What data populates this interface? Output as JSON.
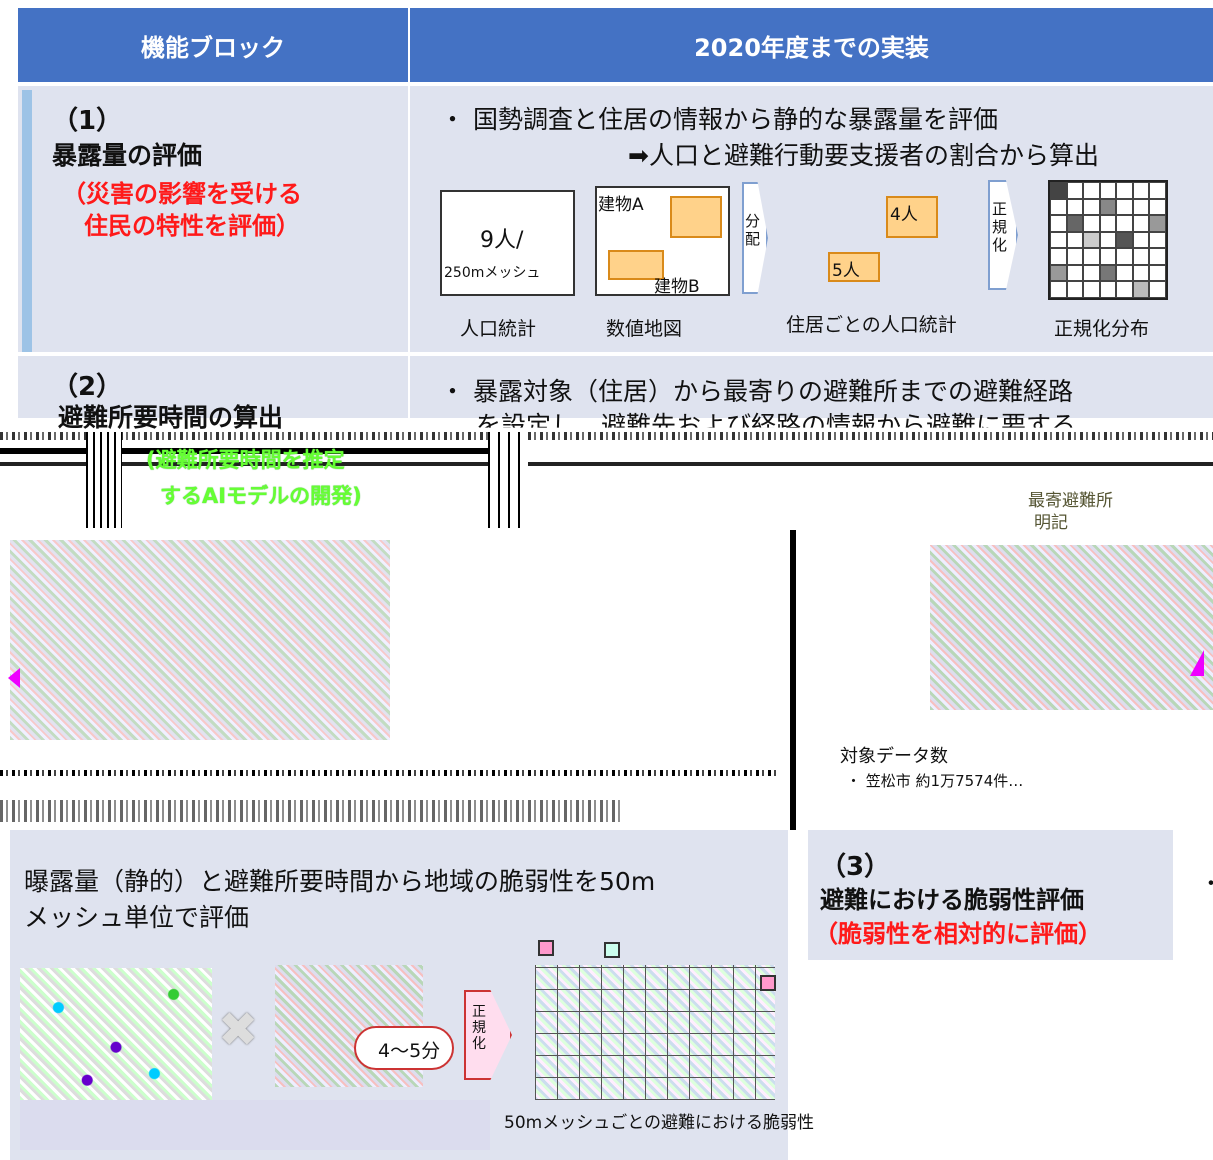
{
  "header": {
    "col1": "機能ブロック",
    "col2": "2020年度までの実装"
  },
  "row1": {
    "num": "（1）",
    "title": "暴露量の評価",
    "subtitle_line1": "（災害の影響を受ける",
    "subtitle_line2": "住民の特性を評価）",
    "bullet_line1": "・ 国勢調査と住居の情報から静的な暴露量を評価",
    "bullet_line2": "➡人口と避難行動要支援者の割合から算出",
    "flow": {
      "box1_main": "9人/",
      "box1_sub": "250mメッシュ",
      "box1_label": "人口統計",
      "building_a": "建物A",
      "building_b": "建物B",
      "box2_label": "数値地図",
      "arrow1": "分配",
      "count_4": "4人",
      "count_5": "5人",
      "box3_label": "住居ごとの人口統計",
      "arrow2": "正規化",
      "box4_label": "正規化分布"
    }
  },
  "row2": {
    "num": "（2）",
    "title": "避難所要時間の算出",
    "green_line1": "(避難所要時間を推定",
    "green_line2": "するAIモデルの開発)",
    "bullet_line1": "・ 暴露対象（住居）から最寄りの避難所までの避難経路",
    "bullet_line2": "を設定し、避難先および経路の情報から避難に要する",
    "map_label_line1": "最寄避難所",
    "map_label_line2": "明記",
    "target_label": "対象データ数",
    "target_value": "・ 笠松市 約1万7574件…"
  },
  "row3": {
    "num": "（3）",
    "title": "避難における脆弱性評価",
    "subtitle": "（脆弱性を相対的に評価）",
    "desc_line1": "曝露量（静的）と避難所要時間から地域の脆弱性を50m",
    "desc_line2": "メッシュ単位で評価",
    "times_symbol": "✖",
    "bubble": "4～5分",
    "arrow": "正規化",
    "caption": "50mメッシュごとの避難における脆弱性",
    "bullet": "・"
  }
}
